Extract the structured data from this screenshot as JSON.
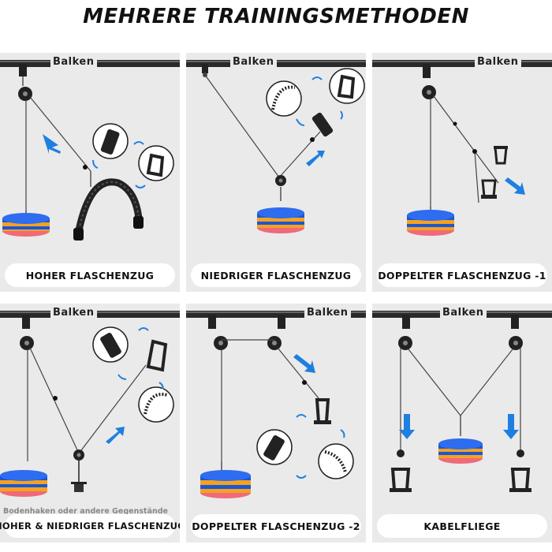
{
  "title": "MEHRERE TRAININGSMETHODEN",
  "bar_label": "Balken",
  "panels": [
    {
      "caption": "HOHER FLASCHENZUG"
    },
    {
      "caption": "NIEDRIGER FLASCHENZUG"
    },
    {
      "caption": "DOPPELTER FLASCHENZUG -1"
    },
    {
      "caption": "HOHER & NIEDRIGER FLASCHENZUG",
      "note": "Bodenhaken oder andere Gegenstände"
    },
    {
      "caption": "DOPPELTER FLASCHENZUG -2"
    },
    {
      "caption": "KABELFLIEGE"
    }
  ],
  "colors": {
    "panel_bg": "#eaeaea",
    "arrow_blue": "#1e7fe0",
    "plate_blue": "#1a56d6",
    "plate_orange": "#f5a21e",
    "plate_pink": "#ef6a7a",
    "bar": "#2a2a2a"
  }
}
